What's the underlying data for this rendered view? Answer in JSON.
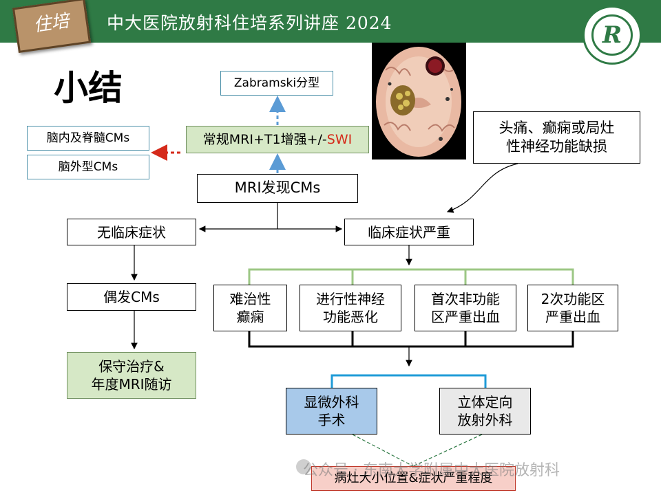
{
  "header": {
    "title": "中大医院放射科住培系列讲座 2024",
    "badge_text": "住培",
    "logo_letter": "R",
    "colors": {
      "banner": "#2f7a45",
      "badge": "#b9936a"
    }
  },
  "slide_title": "小结",
  "nodes": {
    "zabramski": "Zabramski分型",
    "mri_protocol_prefix": "常规MRI+T1增强+/-",
    "mri_protocol_swi": "SWI",
    "brain_spinal": "脑内及脊髓CMs",
    "extracerebral": "脑外型CMs",
    "mri_finding": "MRI发现CMs",
    "symptoms_line1": "头痛、癫痫或局灶",
    "symptoms_line2": "性神经功能缺损",
    "asymptomatic": "无临床症状",
    "severe": "临床症状严重",
    "incidental": "偶发CMs",
    "conservative_line1": "保守治疗&",
    "conservative_line2": "年度MRI随访",
    "refractory_line1": "难治性",
    "refractory_line2": "癫痫",
    "progressive_line1": "进行性神经",
    "progressive_line2": "功能恶化",
    "first_bleed_line1": "首次非功能",
    "first_bleed_line2": "区严重出血",
    "second_bleed_line1": "2次功能区",
    "second_bleed_line2": "严重出血",
    "microsurgery_line1": "显微外科",
    "microsurgery_line2": "手术",
    "stereotactic_line1": "立体定向",
    "stereotactic_line2": "放射外科",
    "decision_factor": "病灶大小位置&症状严重程度"
  },
  "watermark": "公众号 · 东南大学附属中大医院放射科"
}
